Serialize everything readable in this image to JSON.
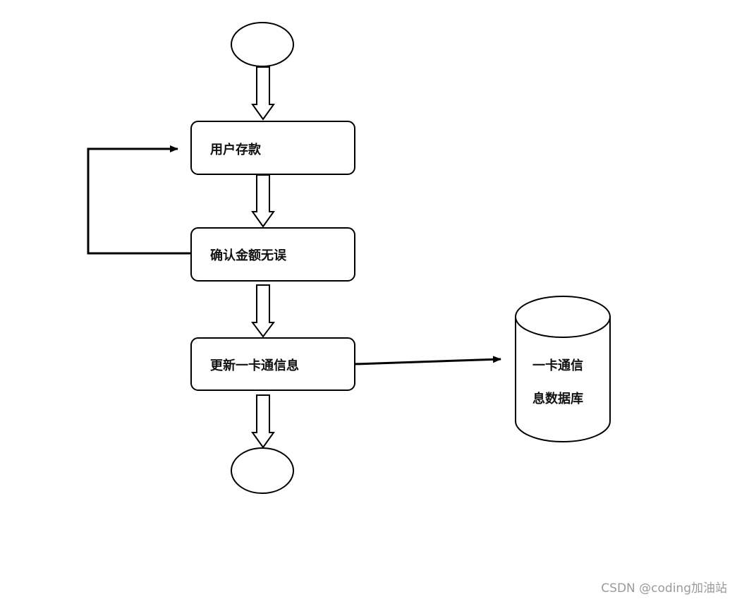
{
  "diagram": {
    "nodes": {
      "start": "",
      "deposit": "用户存款",
      "confirm": "确认金额无误",
      "update": "更新一卡通信息",
      "end": "",
      "database_line1": "一卡通信",
      "database_line2": "息数据库"
    },
    "edges": [
      {
        "from": "start",
        "to": "deposit"
      },
      {
        "from": "deposit",
        "to": "confirm"
      },
      {
        "from": "confirm",
        "to": "deposit"
      },
      {
        "from": "confirm",
        "to": "update"
      },
      {
        "from": "update",
        "to": "end"
      },
      {
        "from": "update",
        "to": "database"
      }
    ]
  },
  "footer": {
    "watermark": "CSDN @coding加油站"
  }
}
